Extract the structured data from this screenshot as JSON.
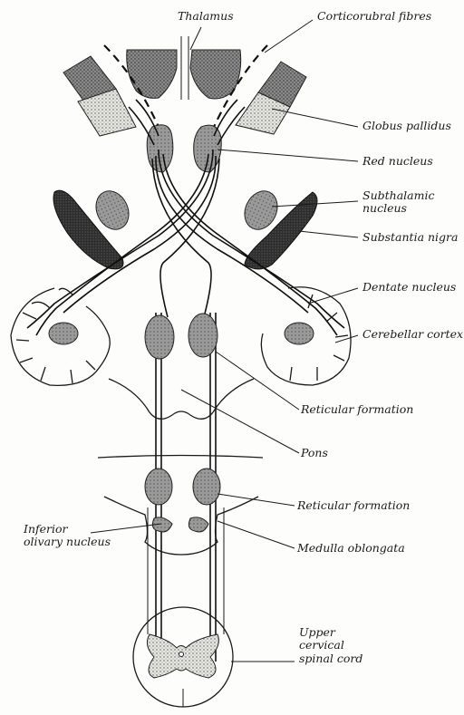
{
  "labels": {
    "thalamus": "Thalamus",
    "corticorubral": "Corticorubral fibres",
    "globus_pallidus": "Globus pallidus",
    "red_nucleus": "Red nucleus",
    "subthalamic_1": "Subthalamic",
    "subthalamic_2": "nucleus",
    "substantia_nigra": "Substantia nigra",
    "dentate_nucleus": "Dentate nucleus",
    "cerebellar_cortex": "Cerebellar cortex",
    "reticular_formation_upper": "Reticular formation",
    "pons": "Pons",
    "reticular_formation_lower": "Reticular formation",
    "inferior_olivary_1": "Inferior",
    "inferior_olivary_2": "olivary nucleus",
    "medulla": "Medulla oblongata",
    "spinal_1": "Upper",
    "spinal_2": "cervical",
    "spinal_3": "spinal cord"
  }
}
